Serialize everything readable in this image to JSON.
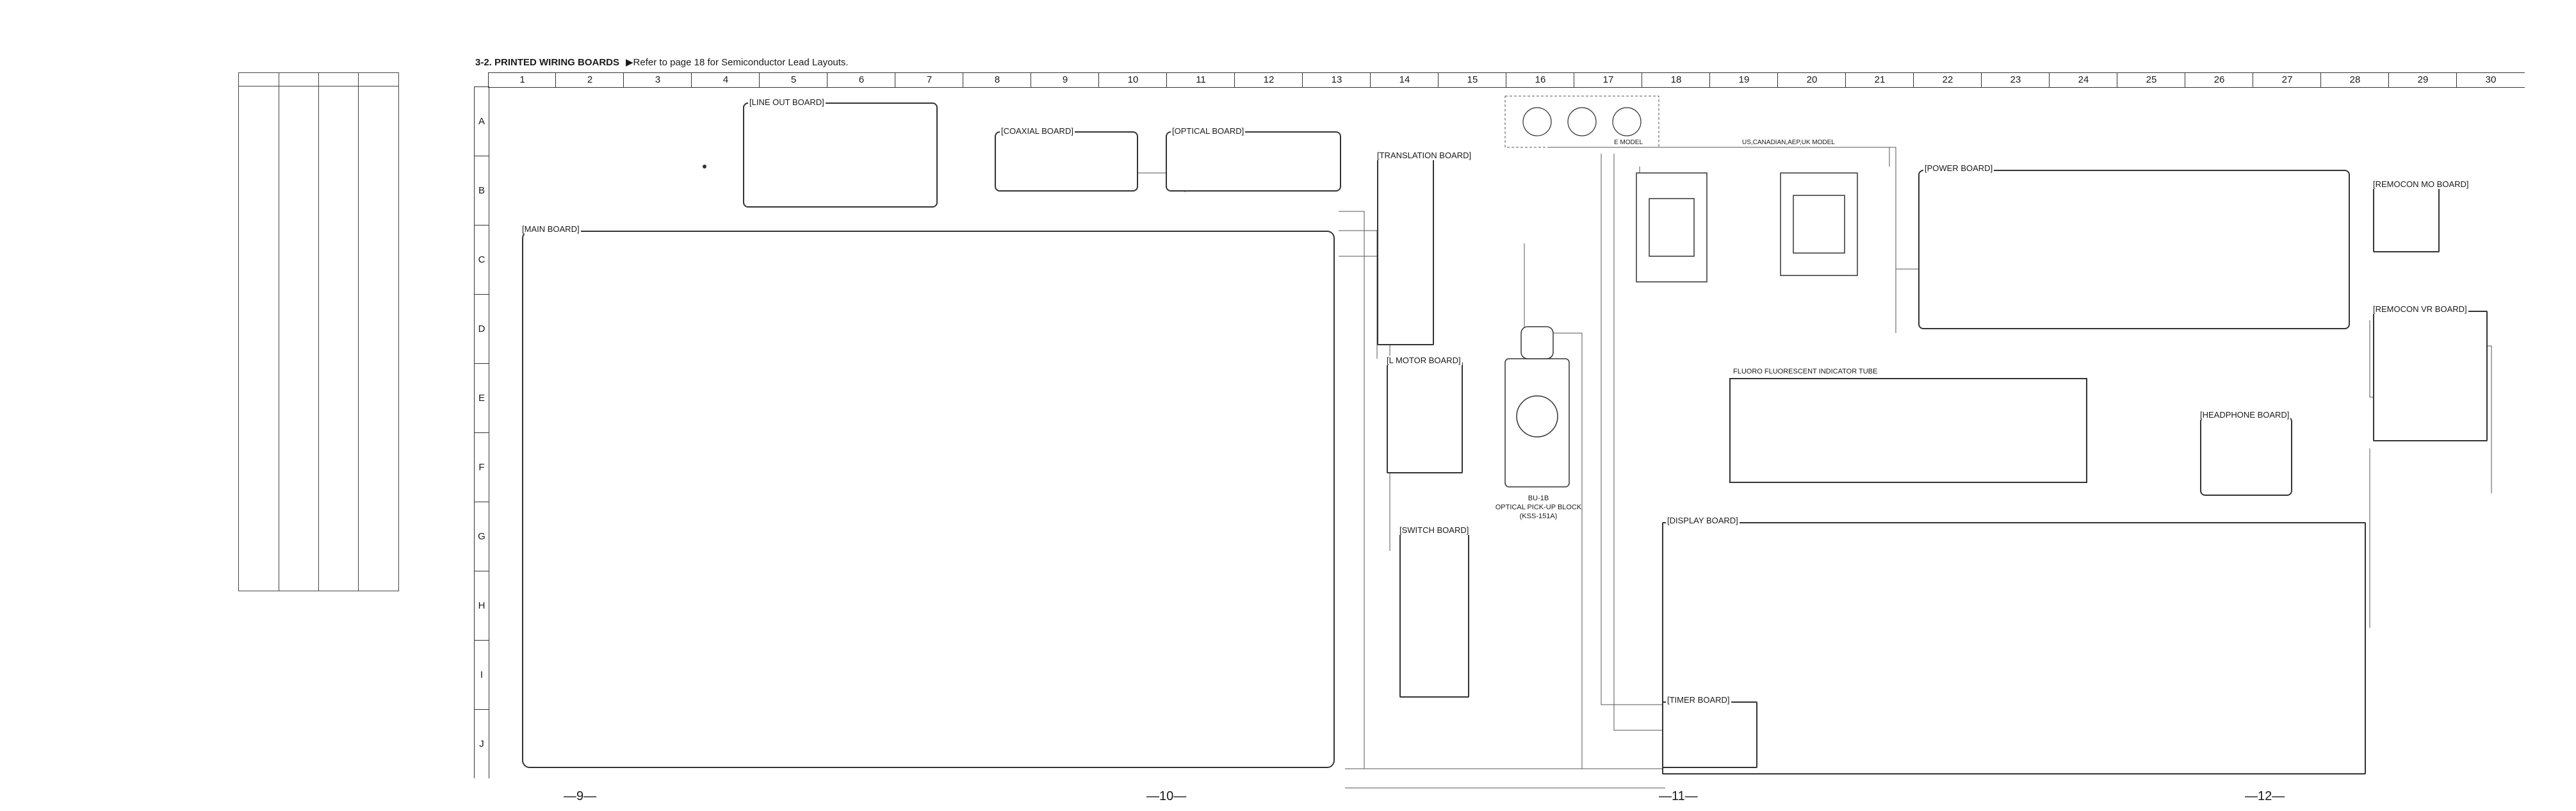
{
  "section": {
    "title": "3-2.  PRINTED WIRING BOARDS",
    "note": "▶Refer to page 18 for Semiconductor Lead Layouts."
  },
  "grid": {
    "columns": [
      "1",
      "2",
      "3",
      "4",
      "5",
      "6",
      "7",
      "8",
      "9",
      "10",
      "11",
      "12",
      "13",
      "14",
      "15",
      "16",
      "17",
      "18",
      "19",
      "20",
      "21",
      "22",
      "23",
      "24",
      "25",
      "26",
      "27",
      "28",
      "29",
      "30"
    ],
    "rows": [
      "A",
      "B",
      "C",
      "D",
      "E",
      "F",
      "G",
      "H",
      "I",
      "J"
    ]
  },
  "boards": {
    "line_out": "[LINE OUT BOARD]",
    "coaxial": "[COAXIAL BOARD]",
    "optical": "[OPTICAL BOARD]",
    "main": "[MAIN BOARD]",
    "translation": "[TRANSLATION BOARD]",
    "l_motor": "[L MOTOR BOARD]",
    "switch": "[SWITCH BOARD]",
    "power": "[POWER BOARD]",
    "remocon_mo": "[REMOCON MO BOARD]",
    "remocon_vr": "[REMOCON VR BOARD]",
    "headphone": "[HEADPHONE BOARD]",
    "display": "[DISPLAY BOARD]",
    "timer": "[TIMER BOARD]"
  },
  "labels": {
    "fluoro": "FLUORO FLUORESCENT INDICATOR TUBE",
    "pickup": "OPTICAL PICK-UP BLOCK",
    "pickup_code": "(KSS-151A)",
    "pickup_ref": "BU-1B",
    "e_model": "E MODEL",
    "us_model": "US,CANADIAN,AEP,UK MODEL"
  },
  "page_numbers": [
    "—9—",
    "—10—",
    "—11—",
    "—12—"
  ]
}
